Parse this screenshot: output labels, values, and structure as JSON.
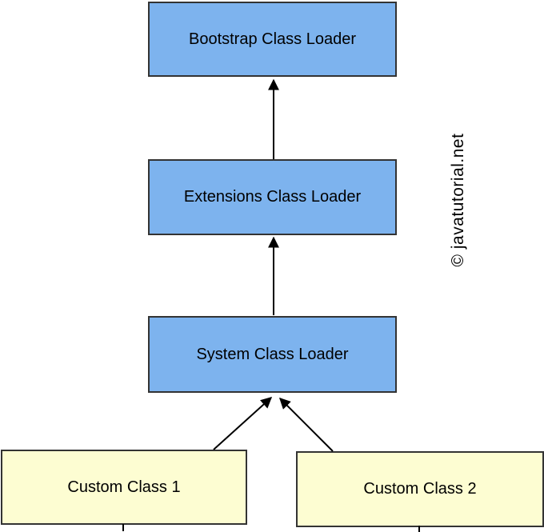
{
  "diagram": {
    "type": "flowchart",
    "subject": "Java class loader hierarchy",
    "nodes": [
      {
        "id": "bootstrap",
        "label": "Bootstrap Class Loader",
        "fill": "#7db3ee"
      },
      {
        "id": "extensions",
        "label": "Extensions Class Loader",
        "fill": "#7db3ee"
      },
      {
        "id": "system",
        "label": "System Class Loader",
        "fill": "#7db3ee"
      },
      {
        "id": "custom1",
        "label": "Custom Class 1",
        "fill": "#fdfdd2"
      },
      {
        "id": "custom2",
        "label": "Custom Class 2",
        "fill": "#fdfdd2"
      }
    ],
    "edges": [
      {
        "from": "Extensions Class Loader",
        "to": "Bootstrap Class Loader"
      },
      {
        "from": "System Class Loader",
        "to": "Extensions Class Loader"
      },
      {
        "from": "Custom Class 1",
        "to": "System Class Loader"
      },
      {
        "from": "Custom Class 2",
        "to": "System Class Loader"
      }
    ],
    "watermark": {
      "text": "© javatutorial.net"
    },
    "colors": {
      "node_blue": "#7db3ee",
      "node_yellow": "#fdfdd2",
      "border": "#333333",
      "arrow": "#000000",
      "background": "#ffffff",
      "text": "#000000"
    }
  }
}
